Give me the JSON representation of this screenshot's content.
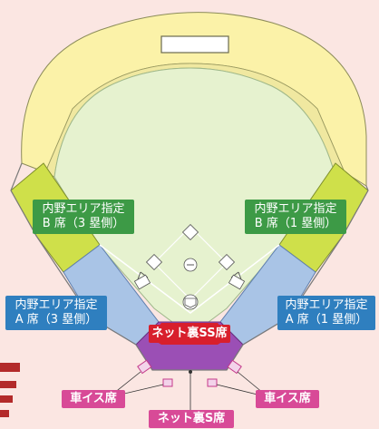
{
  "labels": {
    "infield_b_3b": {
      "line1": "内野エリア指定",
      "line2": "B 席（3 塁側）"
    },
    "infield_b_1b": {
      "line1": "内野エリア指定",
      "line2": "B 席（1 塁側）"
    },
    "infield_a_3b": {
      "line1": "内野エリア指定",
      "line2": "A 席（3 塁側）"
    },
    "infield_a_1b": {
      "line1": "内野エリア指定",
      "line2": "A 席（1 塁側）"
    },
    "backnet_ss": "ネット裏SS席",
    "wheelchair_left": "車イス席",
    "wheelchair_right": "車イス席",
    "backnet_s": "ネット裏S席"
  },
  "colors": {
    "background": "#fbe6e2",
    "outfield_stands": "#fbf2a8",
    "field": "#e6f2cf",
    "infield_b": "#cfe04a",
    "infield_a": "#a9c4e6",
    "backnet_s": "#9b4fb5",
    "backnet_ss": "#d81f2c",
    "label_green": "#3d9a46",
    "label_blue": "#2f7fbf",
    "label_red": "#d81f2c",
    "label_pink": "#d84a97"
  }
}
